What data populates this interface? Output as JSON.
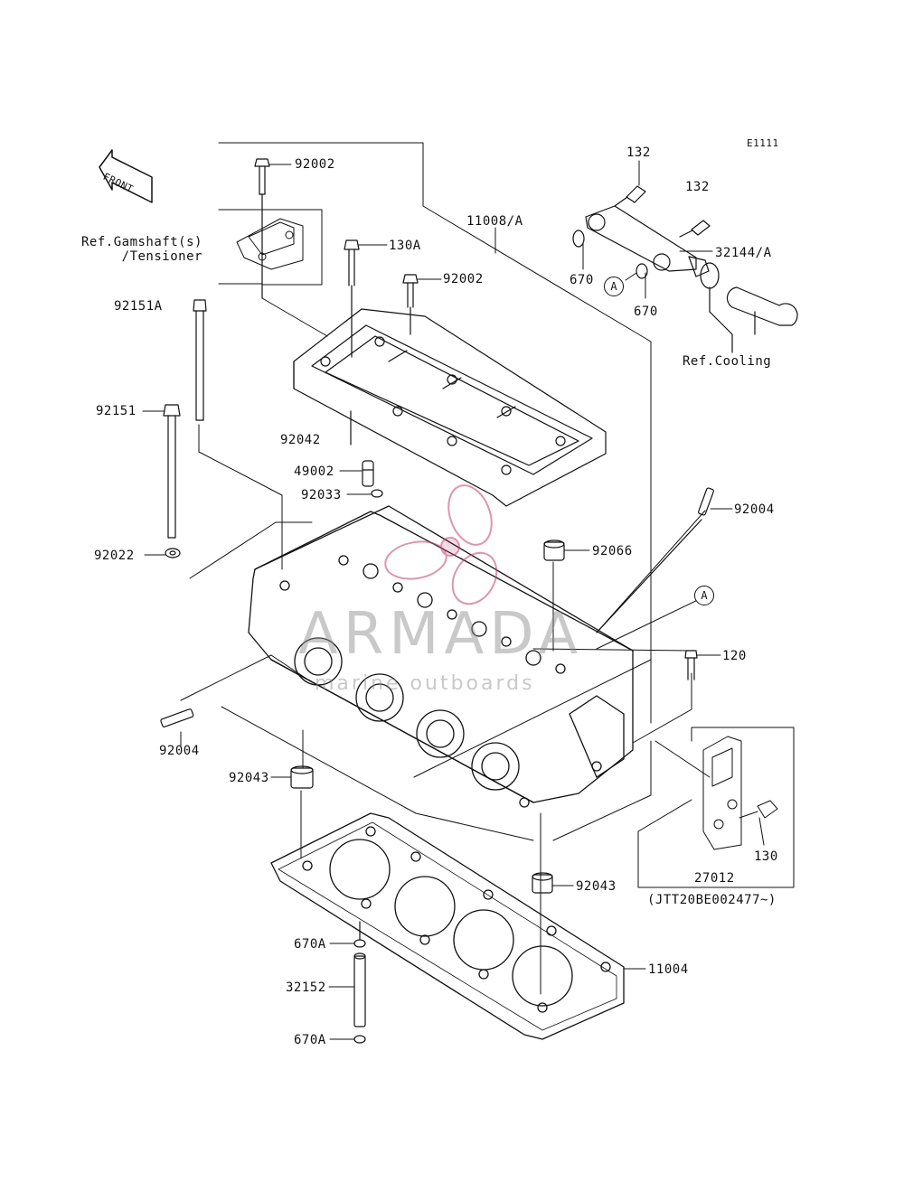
{
  "diagram_code": "E1111",
  "front_marker": "FRONT",
  "watermark": {
    "name": "ARMADA",
    "tagline": "marine outboards"
  },
  "references": {
    "gamshaft": "Ref.Gamshaft(s)\n/Tensioner",
    "cooling": "Ref.Cooling"
  },
  "callout_letter": "A",
  "parts": {
    "p92002_top": "92002",
    "p130A": "130A",
    "p92002_mid": "92002",
    "p11008A": "11008/A",
    "p132_a": "132",
    "p132_b": "132",
    "p32144A": "32144/A",
    "p670_a": "670",
    "p670_b": "670",
    "p92151A": "92151A",
    "p92151": "92151",
    "p92042": "92042",
    "p49002": "49002",
    "p92033": "92033",
    "p92022": "92022",
    "p92004_right": "92004",
    "p92066": "92066",
    "p120": "120",
    "p92004_left": "92004",
    "p92043_left": "92043",
    "p92043_right": "92043",
    "p130": "130",
    "p27012": "27012",
    "p27012_note": "(JTT20BE002477~)",
    "p670A_a": "670A",
    "p32152": "32152",
    "p670A_b": "670A",
    "p11004": "11004"
  }
}
